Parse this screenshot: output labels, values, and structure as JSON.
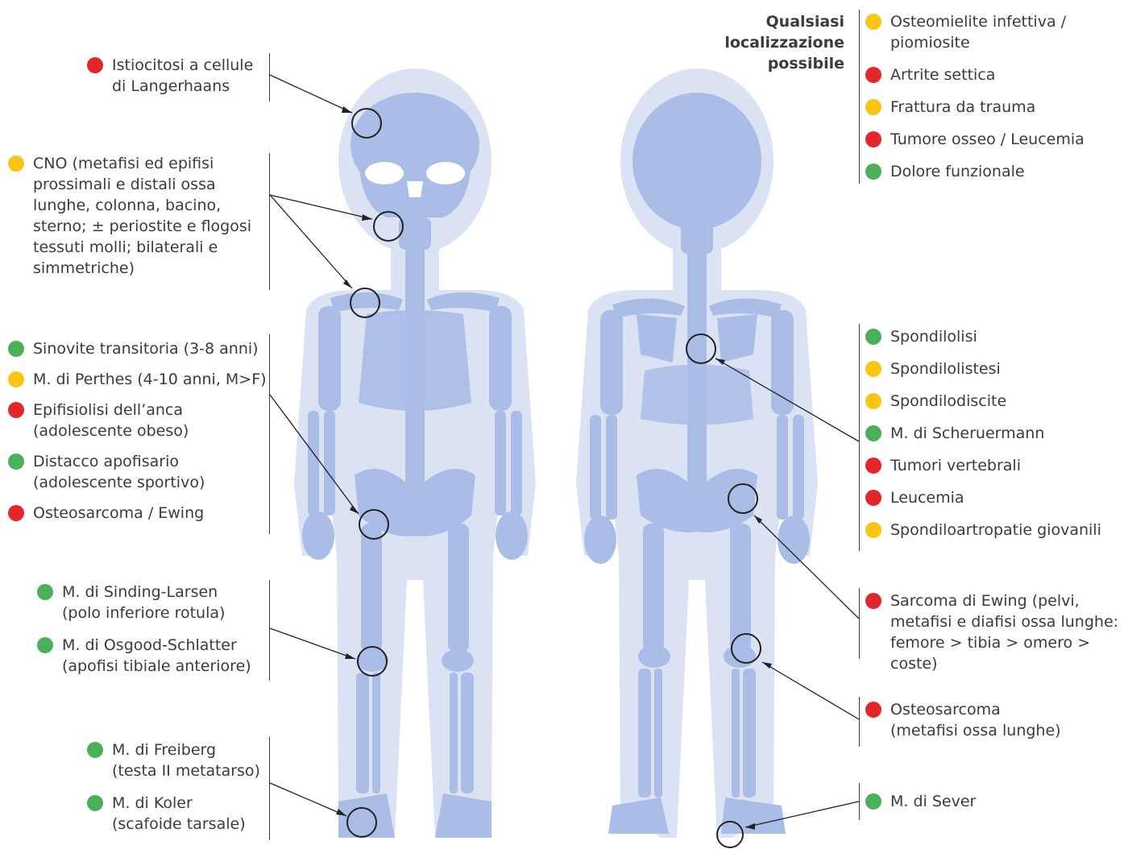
{
  "colors": {
    "red": "#e3262b",
    "yellow": "#fcc413",
    "green": "#4caf59",
    "body_outline": "#dbe2f3",
    "bone": "#a9bde6",
    "line": "#222222"
  },
  "header": {
    "title": "Qualsiasi\nlocalizzazione\npossibile"
  },
  "legend_any_location": [
    {
      "text": "Osteomielite infettiva /\npiomiosite",
      "color": "yellow"
    },
    {
      "text": "Artrite settica",
      "color": "red"
    },
    {
      "text": "Frattura da trauma",
      "color": "yellow"
    },
    {
      "text": "Tumore osseo / Leucemia",
      "color": "red"
    },
    {
      "text": "Dolore funzionale",
      "color": "green"
    }
  ],
  "skull_group": [
    {
      "text": "Istiocitosi a cellule\ndi Langerhaans",
      "color": "red"
    }
  ],
  "cno_group": [
    {
      "text": "CNO (metafisi ed epifisi\nprossimali e distali ossa\nlunghe, colonna, bacino,\nsterno; ± periostite e flogosi\ntessuti molli; bilaterali e\nsimmetriche)",
      "color": "yellow"
    }
  ],
  "hip_group": [
    {
      "text": "Sinovite transitoria (3-8 anni)",
      "color": "green"
    },
    {
      "text": "M. di Perthes (4-10 anni, M>F)",
      "color": "yellow"
    },
    {
      "text": "Epifisiolisi dell’anca\n(adolescente obeso)",
      "color": "red"
    },
    {
      "text": "Distacco apofisario\n(adolescente sportivo)",
      "color": "green"
    },
    {
      "text": "Osteosarcoma / Ewing",
      "color": "red"
    }
  ],
  "knee_group": [
    {
      "text": "M. di Sinding-Larsen\n(polo inferiore rotula)",
      "color": "green"
    },
    {
      "text": "M. di Osgood-Schlatter\n(apofisi tibiale anteriore)",
      "color": "green"
    }
  ],
  "foot_group": [
    {
      "text": "M. di Freiberg\n(testa II metatarso)",
      "color": "green"
    },
    {
      "text": "M. di Koler\n(scafoide tarsale)",
      "color": "green"
    }
  ],
  "spine_group": [
    {
      "text": "Spondilolisi",
      "color": "green"
    },
    {
      "text": "Spondilolistesi",
      "color": "yellow"
    },
    {
      "text": "Spondilodiscite",
      "color": "yellow"
    },
    {
      "text": "M. di Scheruermann",
      "color": "green"
    },
    {
      "text": "Tumori vertebrali",
      "color": "red"
    },
    {
      "text": "Leucemia",
      "color": "red"
    },
    {
      "text": "Spondiloartropatie giovanili",
      "color": "yellow"
    }
  ],
  "ewing_group": [
    {
      "text": "Sarcoma di Ewing (pelvi,\nmetafisi e diafisi ossa lunghe:\nfemore > tibia > omero > coste)",
      "color": "red"
    }
  ],
  "osteosarcoma_group": [
    {
      "text": "Osteosarcoma\n(metafisi ossa lunghe)",
      "color": "red"
    }
  ],
  "heel_group": [
    {
      "text": "M. di Sever",
      "color": "green"
    }
  ]
}
